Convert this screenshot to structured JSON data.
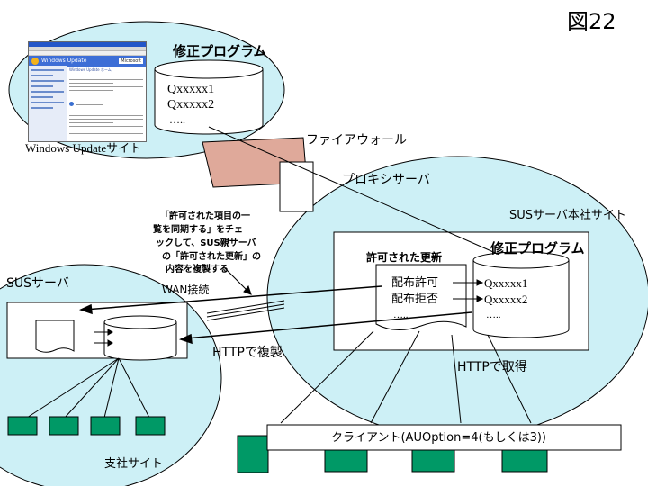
{
  "figure_label": "図22",
  "windows_update_site": {
    "label": "Windows Updateサイト",
    "fix_program_title": "修正プログラム",
    "patches": [
      "Qxxxxx1",
      "Qxxxxx2",
      "….."
    ],
    "screenshot": {
      "header": "Windows Update",
      "brand": "Microsoft",
      "subtitle": "Windows Update ホーム"
    }
  },
  "firewall_label": "ファイアウォール",
  "proxy_label": "プロキシサーバ",
  "hq_site": {
    "label": "SUSサーバ本社サイト",
    "approved_updates_title": "許可された更新",
    "approved_items": [
      "配布許可",
      "配布拒否",
      "….."
    ],
    "fix_program_title": "修正プログラム",
    "patches": [
      "Qxxxxx1",
      "Qxxxxx2",
      "….."
    ]
  },
  "sync_note": "「許可された項目の一覧を同期する」をチェックして、SUS親サーバの「許可された更新」の内容を複製する",
  "sync_note_lines": [
    "「許可された項目の一",
    "覧を同期する」をチェ",
    "ックして、SUS親サーバ",
    "の「許可された更新」の",
    "内容を複製する"
  ],
  "wan_label": "WAN接続",
  "sus_server_label": "SUSサーバ",
  "http_replicate_label": "HTTPで複製",
  "http_retrieve_label": "HTTPで取得",
  "client_label": "クライアント(AUOption=4(もしくは3))",
  "branch_label": "支社サイト",
  "colors": {
    "site_fill": "#cdf0f6",
    "firewall_fill": "#dfa99a",
    "client_fill": "#009966",
    "outline": "#000000"
  }
}
